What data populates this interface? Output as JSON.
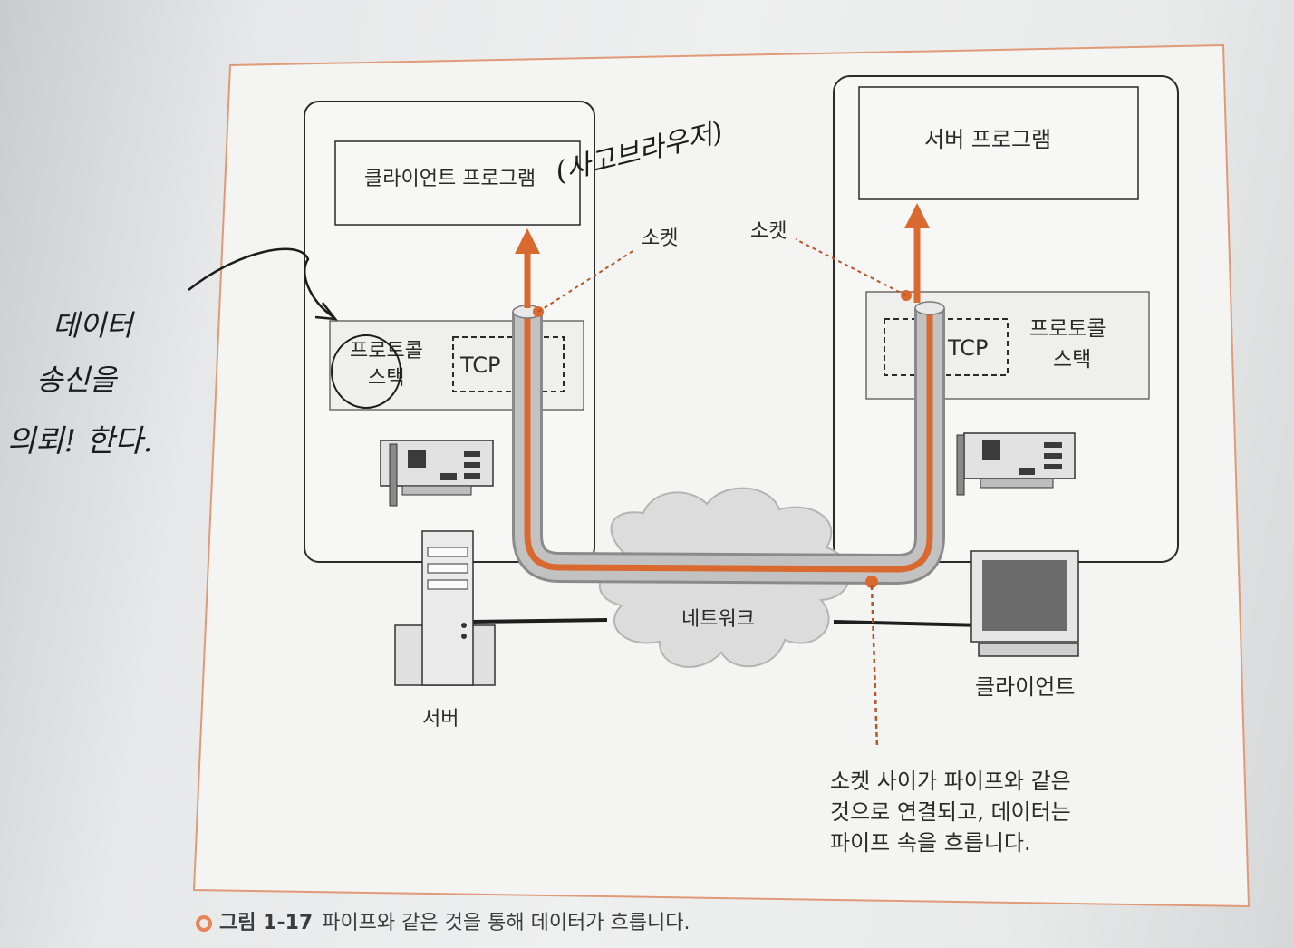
{
  "figure": {
    "client_box": {
      "program_label": "클라이언트 프로그램",
      "protocol_stack_label": [
        "프로토콜",
        "스택"
      ],
      "tcp_label": "TCP",
      "socket_label": "소켓"
    },
    "server_box": {
      "program_label": "서버 프로그램",
      "protocol_stack_label": [
        "프로토콜",
        "스택"
      ],
      "tcp_label": "TCP",
      "socket_label": "소켓"
    },
    "network_label": "네트워크",
    "server_device_label": "서버",
    "client_device_label": "클라이언트",
    "pipe_note": [
      "소켓 사이가 파이프와 같은",
      "것으로 연결되고, 데이터는",
      "파이프 속을 흐릅니다."
    ],
    "colors": {
      "accent": "#d9692e",
      "pipe_gray": "#b9b9b9",
      "line": "#2a2a2a"
    }
  },
  "caption": {
    "number": "그림 1-17",
    "text": "파이프와 같은 것을 통해 데이터가 흐릅니다."
  },
  "handwriting": {
    "note_program": "(사고브라우저)",
    "note_left": [
      "데이터",
      "송신을",
      "의뢰! 한다."
    ]
  }
}
